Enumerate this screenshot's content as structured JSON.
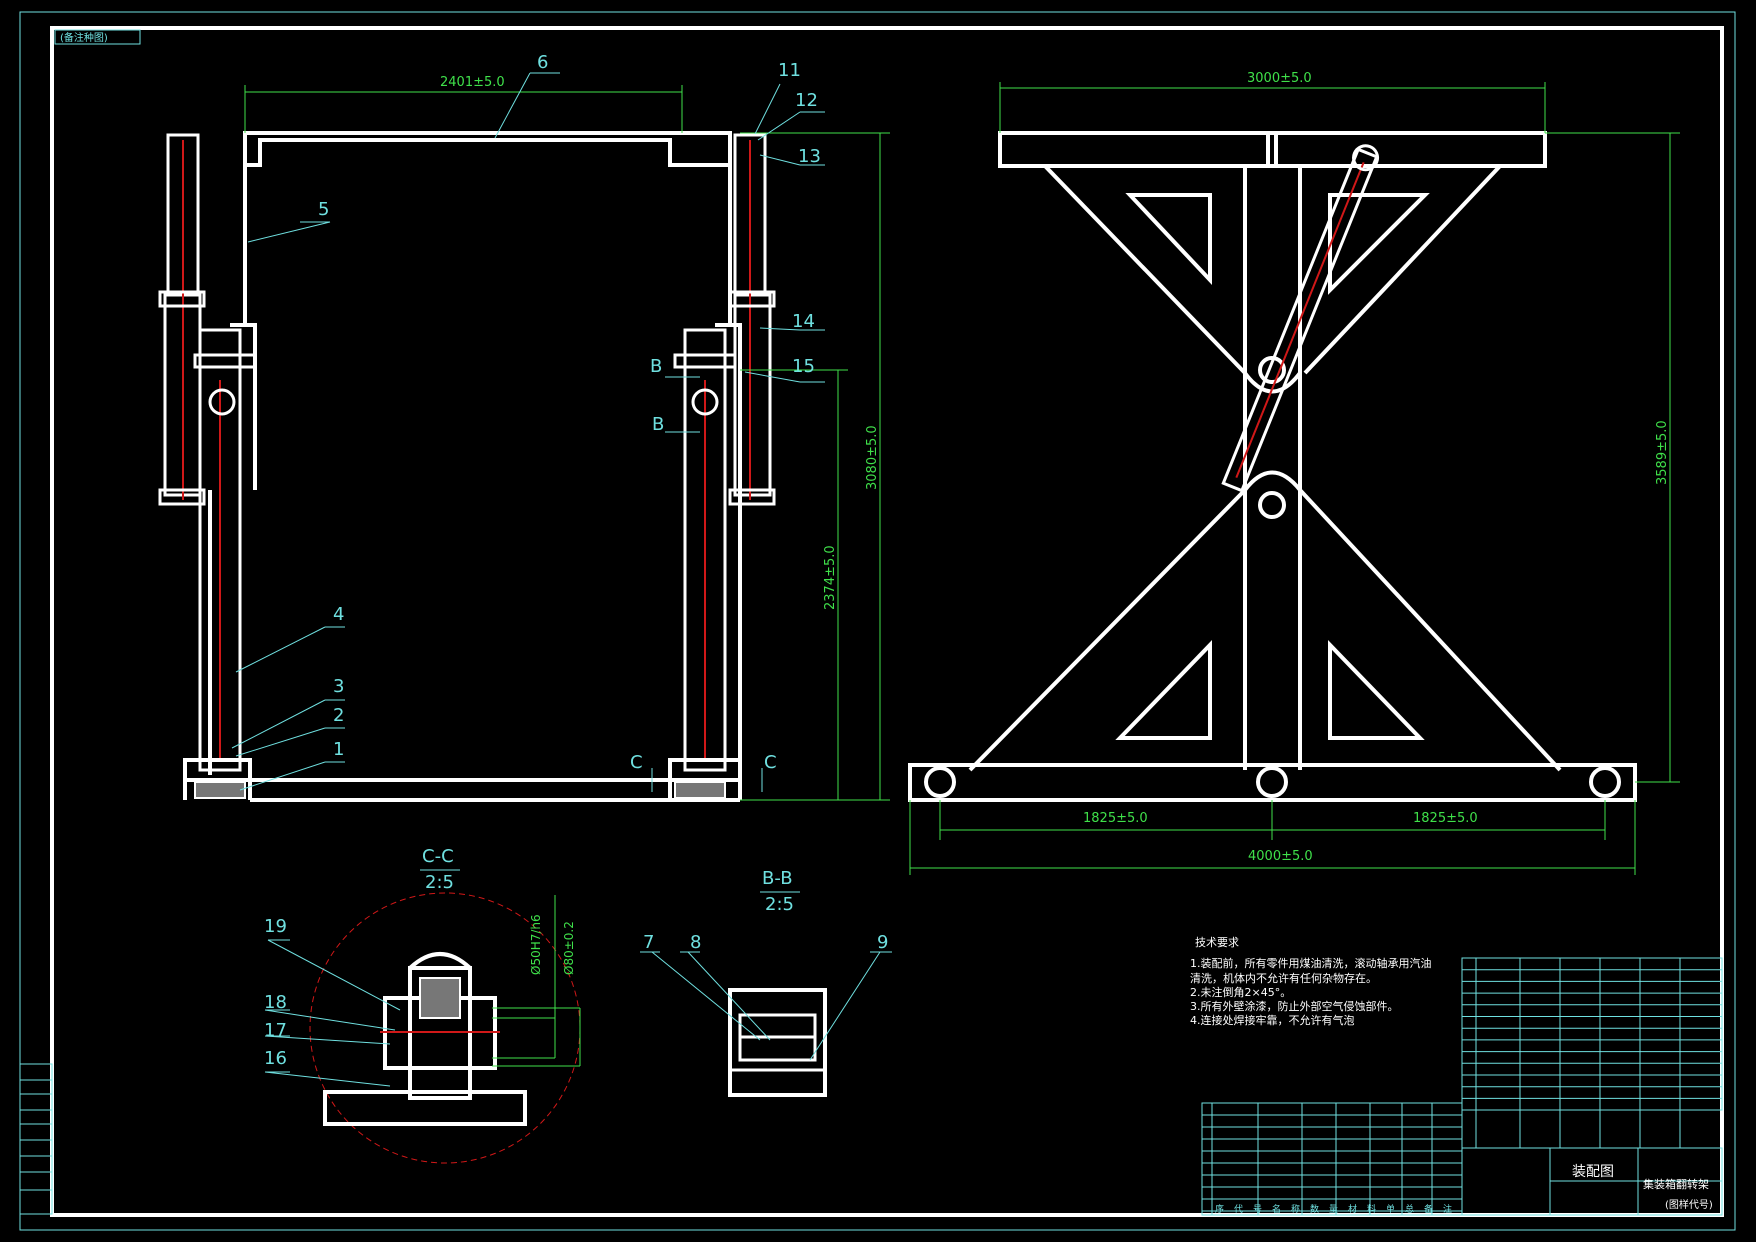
{
  "corner_tag": "(备注种图)",
  "dimensions": {
    "top_width_left": "2401±5.0",
    "top_width_right": "3000±5.0",
    "height_left_total": "3080±5.0",
    "height_left_lower": "2374±5.0",
    "height_right": "3589±5.0",
    "base_half_left": "1825±5.0",
    "base_half_right": "1825±5.0",
    "base_total": "4000±5.0",
    "bore_fit": "Ø50H7/h6",
    "outer_dia": "Ø80±0.2"
  },
  "part_numbers": [
    "1",
    "2",
    "3",
    "4",
    "5",
    "6",
    "7",
    "8",
    "9",
    "11",
    "12",
    "13",
    "14",
    "15",
    "16",
    "17",
    "18",
    "19"
  ],
  "section_marks": {
    "b": "B",
    "c": "C"
  },
  "views": {
    "cc_title": "C-C",
    "cc_scale": "2:5",
    "bb_title": "B-B",
    "bb_scale": "2:5"
  },
  "tech_requirements": {
    "title": "技术要求",
    "lines": [
      "1.装配前，所有零件用煤油清洗，滚动轴承用汽油",
      "清洗，机体内不允许有任何杂物存在。",
      "2.未注倒角2×45°。",
      "3.所有外壁涂漆，防止外部空气侵蚀部件。",
      "4.连接处焊接牢靠，不允许有气泡"
    ]
  },
  "title_block": {
    "drawing_name": "装配图",
    "product_name": "集装箱翻转架",
    "drawing_code": "(图样代号)",
    "header_cols": [
      "序",
      "代",
      "号",
      "名",
      "称",
      "数",
      "量",
      "材",
      "料",
      "单",
      "总",
      "备",
      "注"
    ]
  },
  "colors": {
    "line": "#ffffff",
    "annotation": "#6fe0e0",
    "dimension": "#3fe04a",
    "center": "#d01818"
  }
}
